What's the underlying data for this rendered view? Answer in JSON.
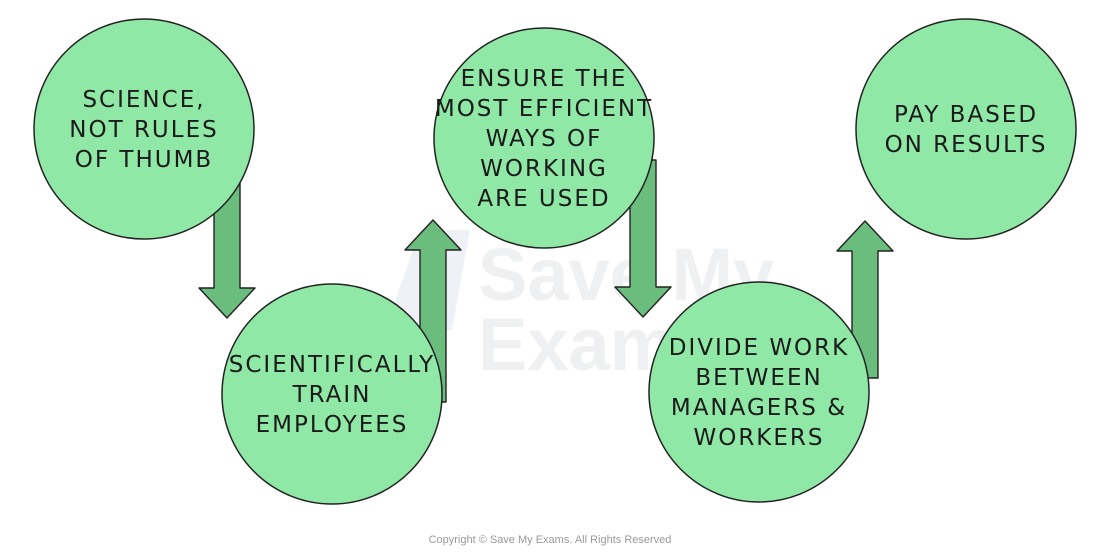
{
  "colors": {
    "circle_fill": "#90e8a6",
    "arrow_fill": "#6bbd7e",
    "outline": "#222222"
  },
  "steps": [
    {
      "lines": [
        "SCIENCE,",
        "NOT RULES",
        "OF THUMB"
      ]
    },
    {
      "lines": [
        "SCIENTIFICALLY",
        "TRAIN",
        "EMPLOYEES"
      ]
    },
    {
      "lines": [
        "ENSURE THE",
        "MOST EFFICIENT",
        "WAYS OF",
        "WORKING",
        "ARE USED"
      ]
    },
    {
      "lines": [
        "DIVIDE WORK",
        "BETWEEN",
        "MANAGERS &",
        "WORKERS"
      ]
    },
    {
      "lines": [
        "PAY BASED",
        "ON RESULTS"
      ]
    }
  ],
  "connectors": [
    {
      "from": 0,
      "to": 1,
      "direction": "down"
    },
    {
      "from": 1,
      "to": 2,
      "direction": "up"
    },
    {
      "from": 2,
      "to": 3,
      "direction": "down"
    },
    {
      "from": 3,
      "to": 4,
      "direction": "up"
    }
  ],
  "watermark": {
    "line1": "Save My",
    "line2": "Exams"
  },
  "copyright": "Copyright © Save My Exams. All Rights Reserved"
}
